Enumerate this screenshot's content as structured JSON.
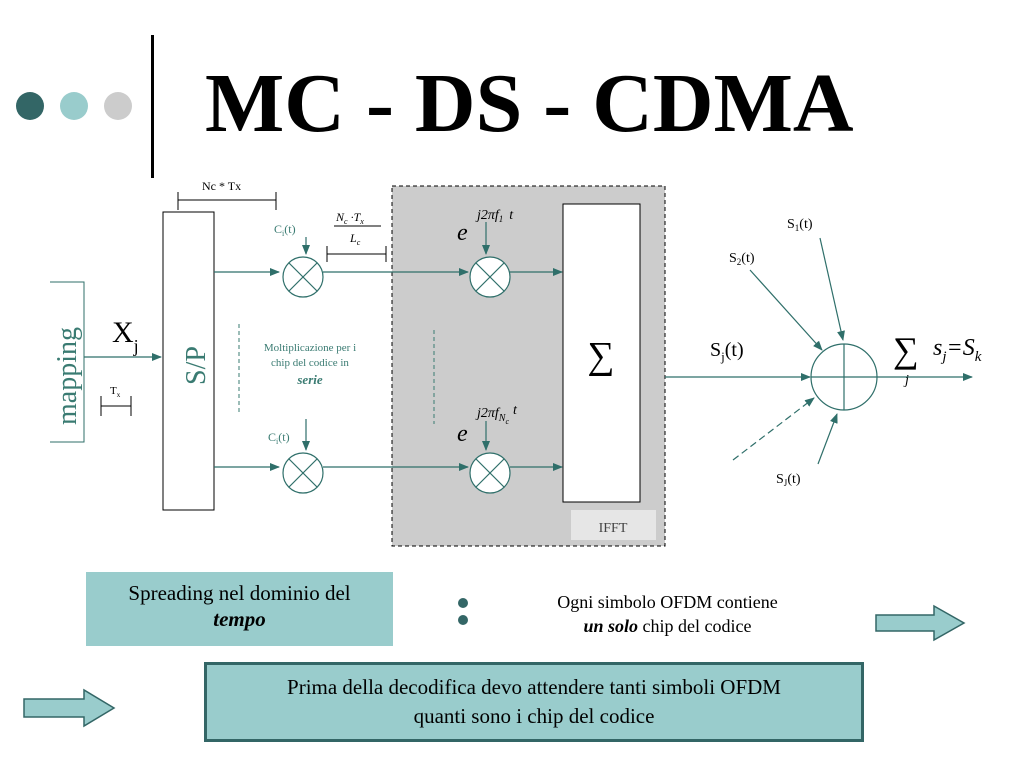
{
  "title": "MC - DS - CDMA",
  "diagram": {
    "nc_tx": "Nc * Tx",
    "chip_label_top": "C",
    "chip_label_sub": "i",
    "chip_label_suffix": "(t)",
    "fraction_num_a": "N",
    "fraction_num_a_sub": "c",
    "fraction_num_dot": " ·T",
    "fraction_num_b_sub": "x",
    "fraction_den": "L",
    "fraction_den_sub": "c",
    "mapping": "mapping",
    "xj_main": "X",
    "xj_sub": "j",
    "tx_main": "T",
    "tx_sub": "x",
    "sp": "S/P",
    "mult_note_line1": "Moltiplicazione per i",
    "mult_note_line2": "chip del codice in",
    "mult_note_line3": "serie",
    "exp_base": "e",
    "exp_top": "j2πf",
    "exp_top_sub": "1",
    "exp_top_t": "t",
    "exp_bot": "j2πf",
    "exp_bot_sub": "N",
    "exp_bot_subsub": "c",
    "exp_bot_t": "t",
    "sum_symbol": "∑",
    "ifft": "IFFT",
    "sj_main": "S",
    "sj_sub": "j",
    "sj_suffix": "(t)",
    "s1": "S",
    "s1_sub": "1",
    "s1_suffix": "(t)",
    "s2": "S",
    "s2_sub": "2",
    "s2_suffix": "(t)",
    "sJ": "S",
    "sJ_sub": "J",
    "sJ_suffix": "(t)",
    "out_sigma": "∑",
    "out_index": "j",
    "out_s": "s",
    "out_s_sub": "j",
    "out_eq": "=S",
    "out_k": "k"
  },
  "spreading_box": {
    "line1": "Spreading nel dominio del",
    "line2": "tempo"
  },
  "ofdm_note": {
    "line1": "Ogni simbolo OFDM contiene",
    "line2_em": "un solo",
    "line2_rest": " chip del codice"
  },
  "decode_box": {
    "line1": "Prima della decodifica devo attendere tanti simboli OFDM",
    "line2": "quanti sono i chip del codice"
  },
  "colors": {
    "dark_teal": "#336666",
    "mid_teal": "#99cccc",
    "light_gray": "#cccccc",
    "diagram_teal": "#3a7b72"
  }
}
